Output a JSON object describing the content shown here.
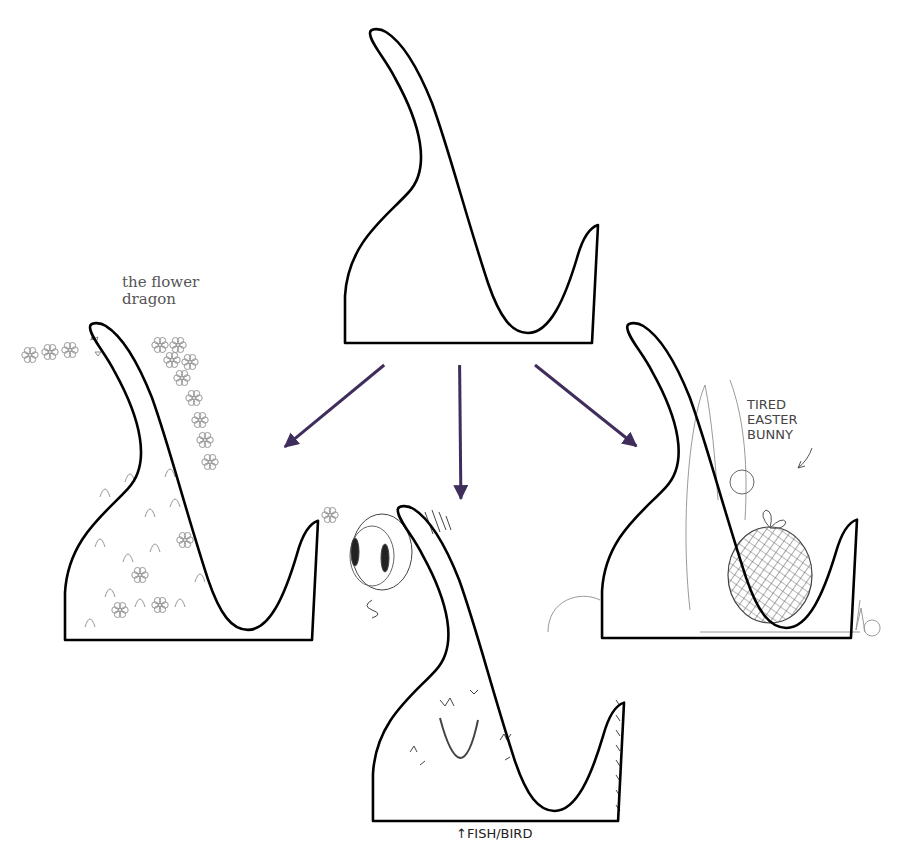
{
  "diagram": {
    "nodes": [
      {
        "text": []
      },
      {
        "text": [
          "the flower dragon"
        ]
      },
      {
        "text": [
          "↑FISH/BIRD"
        ]
      },
      {
        "text": [
          "TIRED EASTER BUNNY"
        ]
      }
    ],
    "edges": [
      {
        "from": 0,
        "to": 1,
        "arrow": "to"
      },
      {
        "from": 0,
        "to": 2,
        "arrow": "to"
      },
      {
        "from": 0,
        "to": 3,
        "arrow": "to"
      }
    ]
  }
}
